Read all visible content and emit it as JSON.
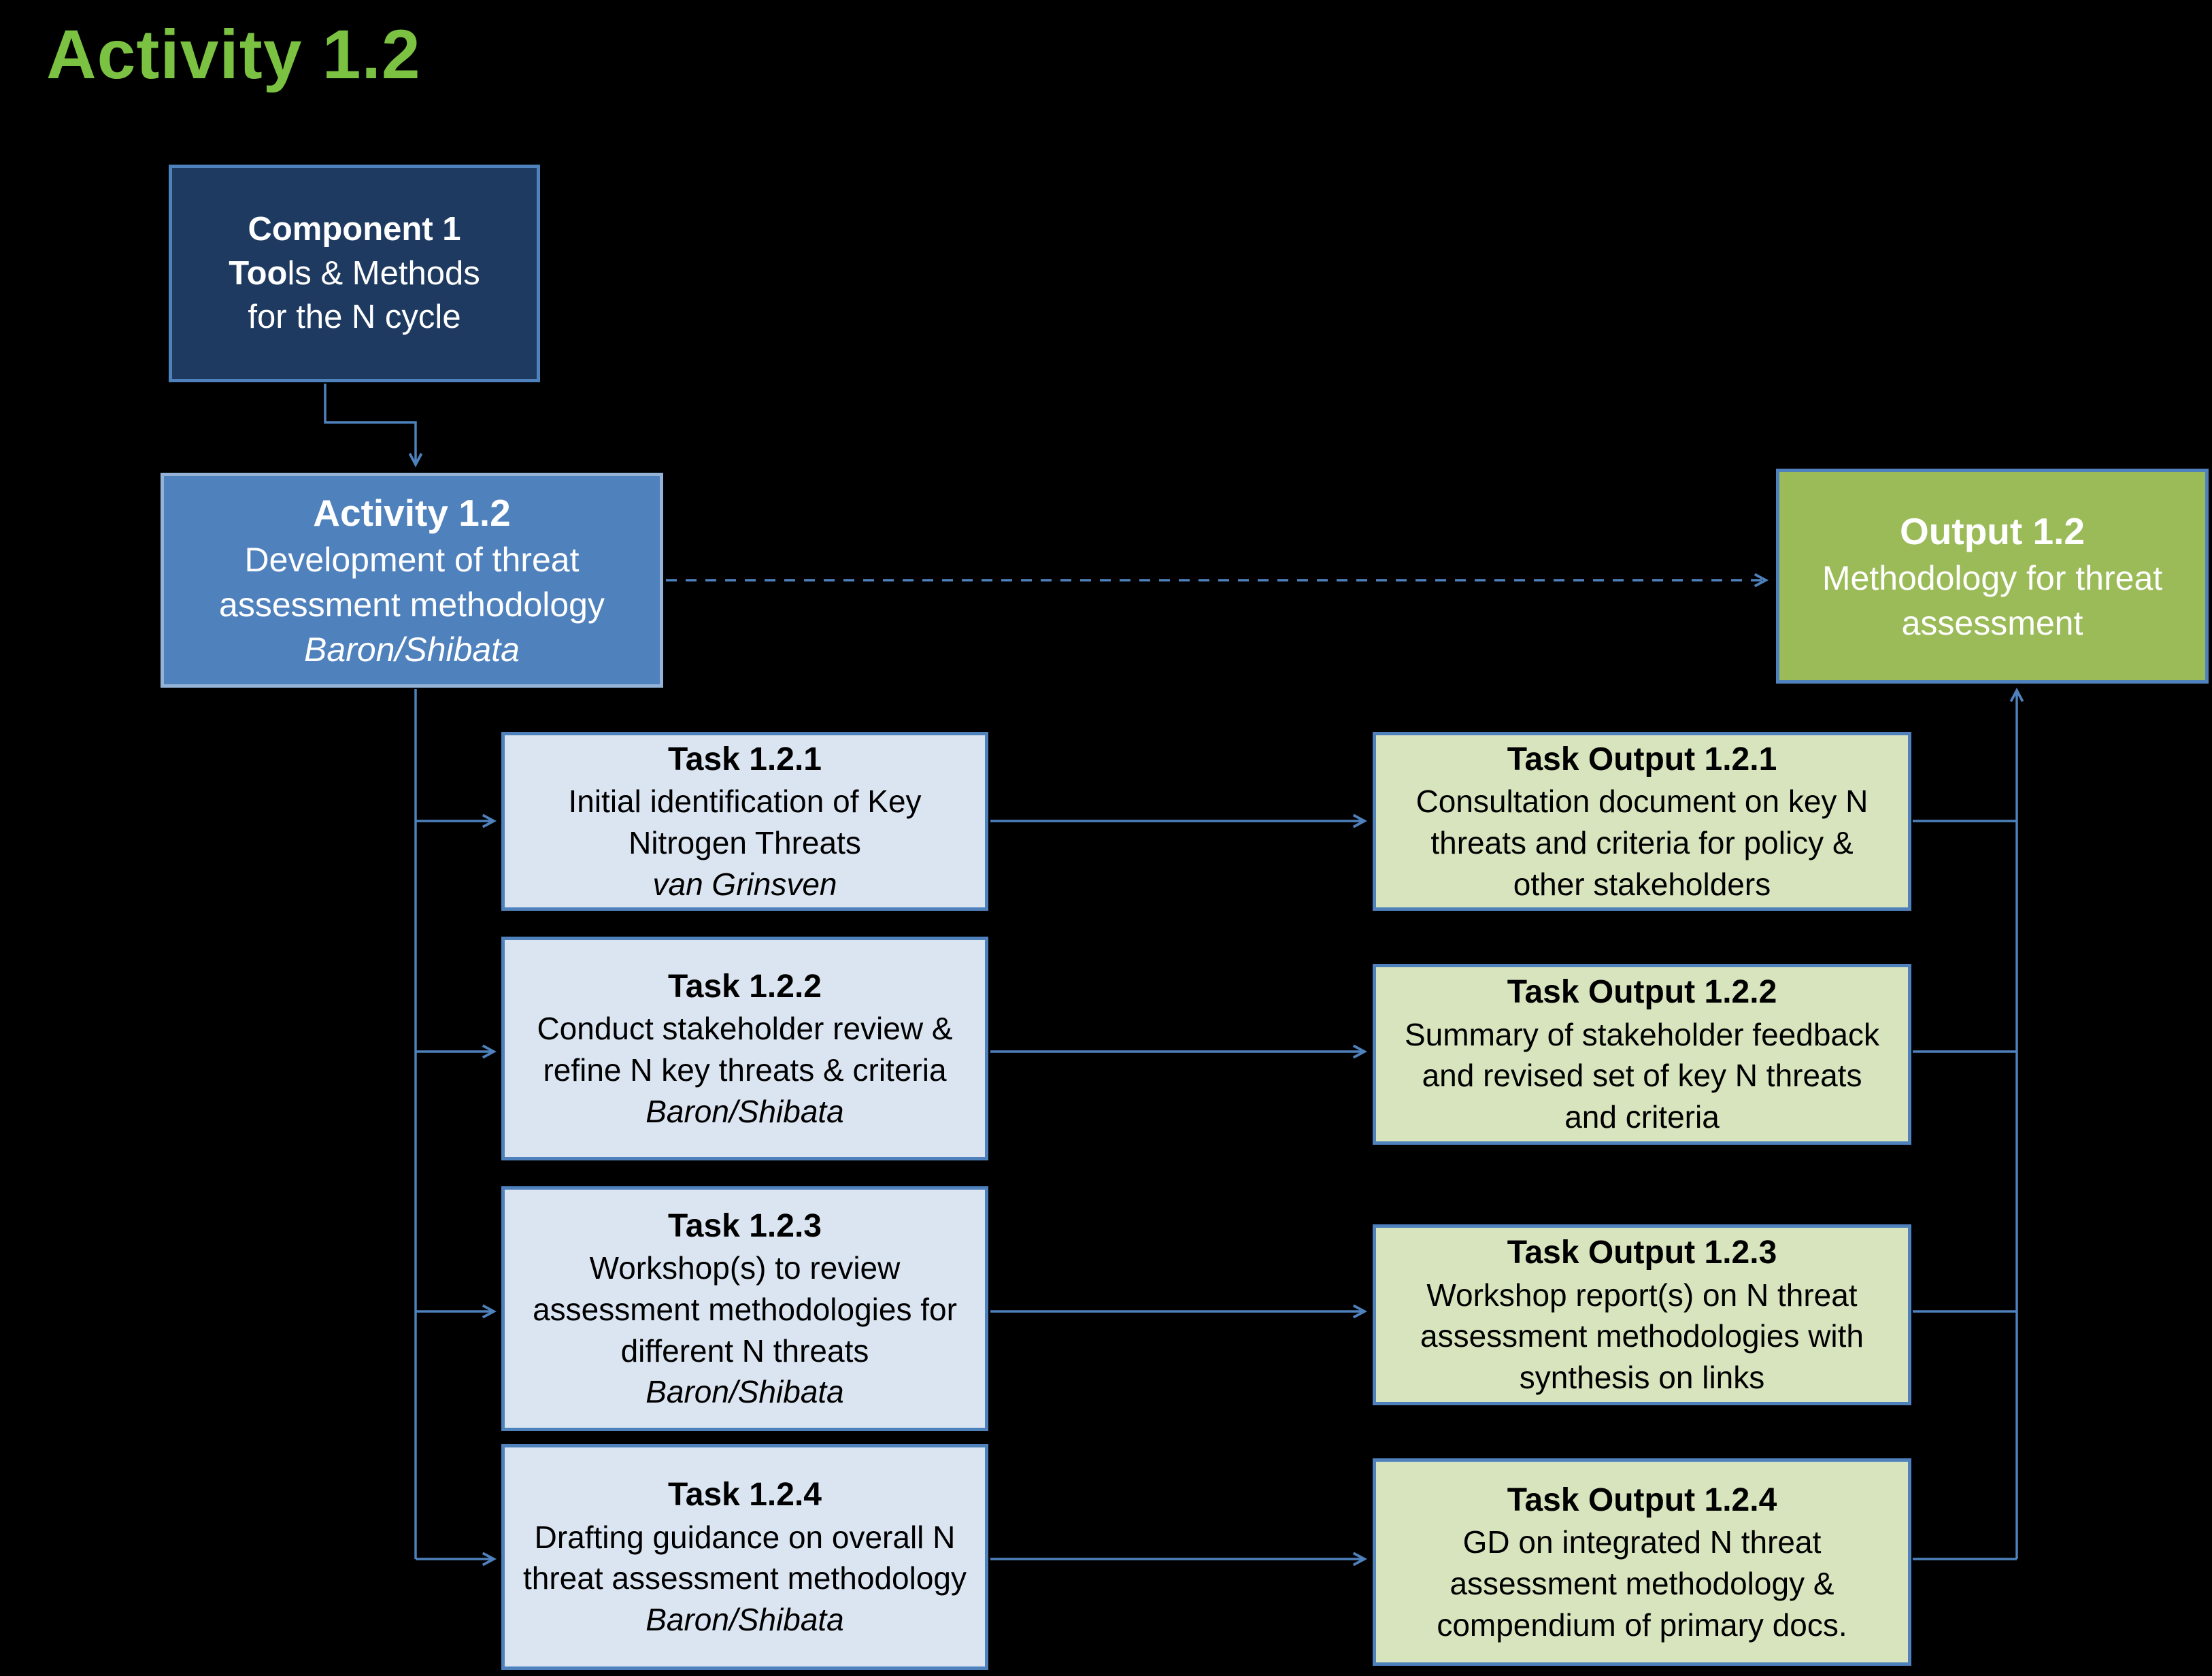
{
  "title": "Activity 1.2",
  "colors": {
    "title_color": "#7CC242",
    "component_fill": "#1F3A60",
    "component_border": "#4F81BD",
    "activity_fill": "#4F81BD",
    "activity_border": "#95B3D7",
    "output_fill": "#9BBB59",
    "output_border": "#4F81BD",
    "task_fill": "#DBE5F1",
    "task_border": "#4F81BD",
    "taskoutput_fill": "#D7E4BD",
    "taskoutput_border": "#4F81BD",
    "arrow_color": "#4F81BD"
  },
  "nodes": {
    "component": {
      "heading": "Component 1",
      "line2_bold": "Too",
      "line2_rest": "ls & Methods",
      "line3": "for the N cycle"
    },
    "activity": {
      "heading": "Activity 1.2",
      "body": "Development of threat assessment methodology",
      "owner": "Baron/Shibata"
    },
    "output": {
      "heading": "Output 1.2",
      "body": "Methodology for threat assessment"
    },
    "tasks": [
      {
        "heading": "Task 1.2.1",
        "body": "Initial identification of Key Nitrogen Threats",
        "owner": "van Grinsven"
      },
      {
        "heading": "Task 1.2.2",
        "body": "Conduct stakeholder review & refine N key threats & criteria",
        "owner": "Baron/Shibata"
      },
      {
        "heading": "Task 1.2.3",
        "body": "Workshop(s) to review assessment methodologies for different N threats",
        "owner": "Baron/Shibata"
      },
      {
        "heading": "Task 1.2.4",
        "body": "Drafting guidance on overall N threat assessment methodology",
        "owner": "Baron/Shibata"
      }
    ],
    "task_outputs": [
      {
        "heading": "Task Output 1.2.1",
        "body": "Consultation document on key N threats and criteria for policy & other stakeholders"
      },
      {
        "heading": "Task Output 1.2.2",
        "body": "Summary of stakeholder feedback and revised set of key N threats and criteria"
      },
      {
        "heading": "Task Output 1.2.3",
        "body": "Workshop report(s) on N threat assessment methodologies with synthesis on links"
      },
      {
        "heading": "Task Output 1.2.4",
        "body": "GD on integrated N threat assessment methodology & compendium of primary docs."
      }
    ]
  }
}
